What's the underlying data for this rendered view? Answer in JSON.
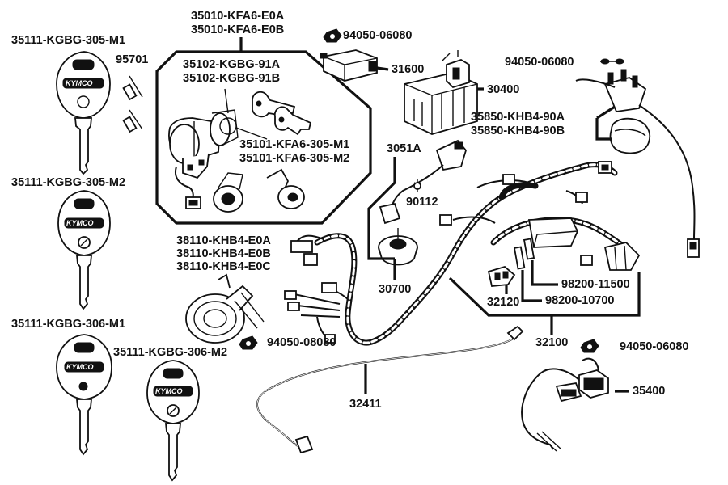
{
  "brand_mark": "KYMCO",
  "parts": {
    "key_blank_m1": "35111-KGBG-305-M1",
    "key_blank_m2": "35111-KGBG-305-M2",
    "key_blank_306_m1": "35111-KGBG-306-M1",
    "key_blank_306_m2": "35111-KGBG-306-M2",
    "screw_95701": "95701",
    "lock_set_a": "35010-KFA6-E0A",
    "lock_set_b": "35010-KFA6-E0B",
    "lock_cyl_a": "35102-KGBG-91A",
    "lock_cyl_b": "35102-KGBG-91B",
    "key_m1": "35101-KFA6-305-M1",
    "key_m2": "35101-KFA6-305-M2",
    "nut_top": "94050-06080",
    "regulator": "31600",
    "cdi_unit": "30400",
    "nut_right": "94050-06080",
    "relay_a": "35850-KHB4-90A",
    "relay_b": "35850-KHB4-90B",
    "plug_cap": "3051A",
    "clip_90112": "90112",
    "horn_a": "38110-KHB4-E0A",
    "horn_b": "38110-KHB4-E0B",
    "horn_c": "38110-KHB4-E0C",
    "ignition_coil": "30700",
    "holder_32120": "32120",
    "fuse_15": "98200-11500",
    "fuse_10": "98200-10700",
    "nut_horn": "94050-08080",
    "main_harness": "32100",
    "battery_cable": "32411",
    "nut_bottom": "94050-06080",
    "switch_35400": "35400"
  }
}
